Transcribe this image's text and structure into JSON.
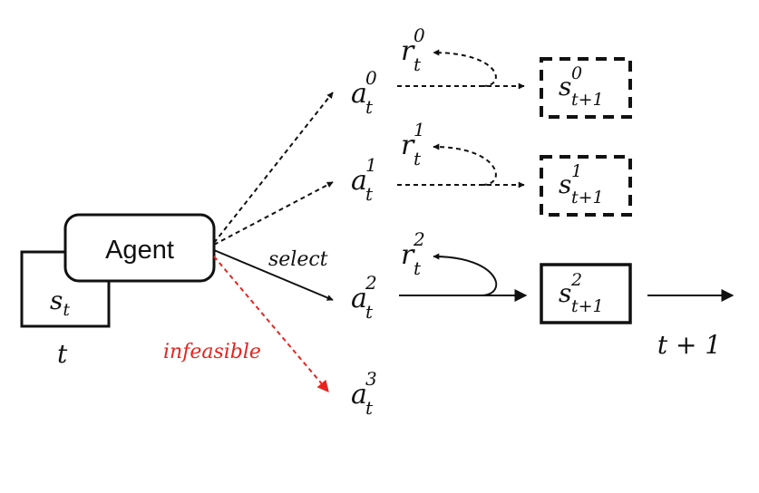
{
  "agent": {
    "label": "Agent"
  },
  "state": {
    "main": "s",
    "sub": "t"
  },
  "time": {
    "current": "t",
    "next": "t + 1"
  },
  "edge_labels": {
    "select": "select",
    "infeasible": "infeasible"
  },
  "actions": [
    {
      "main": "a",
      "sub": "t",
      "sup": "0",
      "style": "dashed"
    },
    {
      "main": "a",
      "sub": "t",
      "sup": "1",
      "style": "dashed"
    },
    {
      "main": "a",
      "sub": "t",
      "sup": "2",
      "style": "solid"
    },
    {
      "main": "a",
      "sub": "t",
      "sup": "3",
      "style": "infeasible"
    }
  ],
  "rewards": [
    {
      "main": "r",
      "sub": "t",
      "sup": "0",
      "style": "dashed"
    },
    {
      "main": "r",
      "sub": "t",
      "sup": "1",
      "style": "dashed"
    },
    {
      "main": "r",
      "sub": "t",
      "sup": "2",
      "style": "solid"
    }
  ],
  "next_states": [
    {
      "main": "s",
      "sub": "t+1",
      "sup": "0",
      "style": "dashed"
    },
    {
      "main": "s",
      "sub": "t+1",
      "sup": "1",
      "style": "dashed"
    },
    {
      "main": "s",
      "sub": "t+1",
      "sup": "2",
      "style": "solid"
    }
  ],
  "colors": {
    "ink": "#111111",
    "infeasible": "#e8231f"
  }
}
